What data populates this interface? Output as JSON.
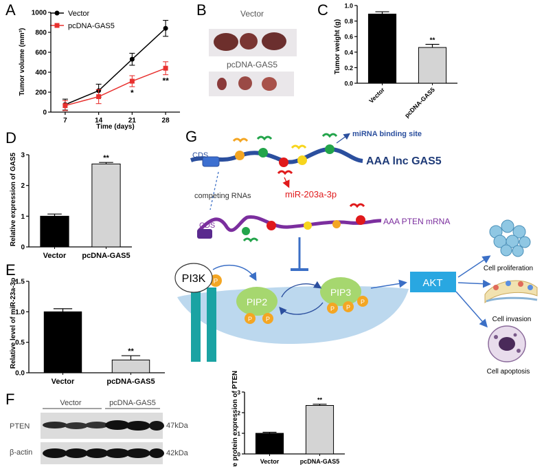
{
  "panels": {
    "A": "A",
    "B": "B",
    "C": "C",
    "D": "D",
    "E": "E",
    "F": "F",
    "G": "G"
  },
  "colors": {
    "black_bar": "#000000",
    "gray_bar": "#d4d4d4",
    "vector_line": "#000000",
    "gas5_line": "#e8312f",
    "lnc_blue": "#2b4f9e",
    "pten_purple": "#7b2e9e",
    "red_node": "#e0191b",
    "green_node": "#22a44a",
    "yellow_node": "#f7d51d",
    "orange_node": "#f4a623",
    "akt_box": "#29a7e1",
    "membrane": "#bcd8ee",
    "receptor": "#1aa3a3",
    "pip_green": "#a6d76f",
    "arrow_blue": "#3b6fc6"
  },
  "chart_data": [
    {
      "id": "A",
      "type": "line",
      "xlabel": "Time (days)",
      "ylabel": "Tumor volume (mm³)",
      "x": [
        7,
        14,
        21,
        28
      ],
      "xlim": [
        4,
        31
      ],
      "ylim": [
        0,
        1000
      ],
      "yticks": [
        "0",
        "200",
        "400",
        "600",
        "800",
        "1000"
      ],
      "xticks": [
        "7",
        "14",
        "21",
        "28"
      ],
      "series": [
        {
          "name": "Vector",
          "values": [
            75,
            215,
            530,
            840
          ],
          "errors": [
            55,
            65,
            60,
            80
          ],
          "color": "#000000",
          "marker": "circle"
        },
        {
          "name": "pcDNA-GAS5",
          "values": [
            65,
            155,
            310,
            440
          ],
          "errors": [
            50,
            70,
            55,
            65
          ],
          "color": "#e8312f",
          "marker": "square"
        }
      ],
      "annotations": [
        {
          "x": 21,
          "text": "*"
        },
        {
          "x": 28,
          "text": "**"
        }
      ],
      "legend": "top-left",
      "grid": false
    },
    {
      "id": "C",
      "type": "bar",
      "ylabel": "Tumor weight (g)",
      "categories": [
        "Vector",
        "pcDNA-GAS5"
      ],
      "values": [
        0.89,
        0.46
      ],
      "errors": [
        0.03,
        0.04
      ],
      "ylim": [
        0,
        1.0
      ],
      "yticks": [
        "0.0",
        "0.2",
        "0.4",
        "0.6",
        "0.8",
        "1.0"
      ],
      "annotations": [
        {
          "category": "pcDNA-GAS5",
          "text": "**"
        }
      ],
      "grid": false
    },
    {
      "id": "D",
      "type": "bar",
      "ylabel": "Relative expression of GAS5",
      "categories": [
        "Vector",
        "pcDNA-GAS5"
      ],
      "values": [
        1.0,
        2.7
      ],
      "errors": [
        0.07,
        0.05
      ],
      "ylim": [
        0,
        3
      ],
      "yticks": [
        "0",
        "1",
        "2",
        "3"
      ],
      "annotations": [
        {
          "category": "pcDNA-GAS5",
          "text": "**"
        }
      ],
      "grid": false
    },
    {
      "id": "E",
      "type": "bar",
      "ylabel": "Relative level of miR-23a-3p",
      "categories": [
        "Vector",
        "pcDNA-GAS5"
      ],
      "values": [
        1.0,
        0.21
      ],
      "errors": [
        0.05,
        0.07
      ],
      "ylim": [
        0,
        1.5
      ],
      "yticks": [
        "0.0",
        "0.5",
        "1.0",
        "1.5"
      ],
      "annotations": [
        {
          "category": "pcDNA-GAS5",
          "text": "**"
        }
      ],
      "grid": false
    },
    {
      "id": "F",
      "type": "bar",
      "ylabel": "Relative protein expression of PTEN",
      "categories": [
        "Vector",
        "pcDNA-GAS5"
      ],
      "values": [
        1.0,
        2.35
      ],
      "errors": [
        0.05,
        0.06
      ],
      "ylim": [
        0,
        3
      ],
      "yticks": [
        "0",
        "1",
        "2",
        "3"
      ],
      "annotations": [
        {
          "category": "pcDNA-GAS5",
          "text": "**"
        }
      ],
      "grid": false
    }
  ],
  "panel_b": {
    "vector_label": "Vector",
    "gas5_label": "pcDNA-GAS5"
  },
  "panel_f_blot": {
    "group1": "Vector",
    "group2": "pcDNA-GAS5",
    "row1": "PTEN",
    "row2": "β-actin",
    "size1": "47kDa",
    "size2": "42kDa"
  },
  "diagram": {
    "binding_site": "miRNA binding site",
    "lnc_label": "AAA  lnc GAS5",
    "cds_top": "CDS",
    "competing": "competing RNAs",
    "mir": "miR-203a-3p",
    "cds_bottom": "CDS",
    "pten_label": "AAA  PTEN mRNA",
    "pi3k": "PI3K",
    "pip2": "PIP2",
    "pip3": "PIP3",
    "akt": "AKT",
    "p": "P",
    "prolif": "Cell proliferation",
    "invasion": "Cell invasion",
    "apoptosis": "Cell apoptosis"
  }
}
